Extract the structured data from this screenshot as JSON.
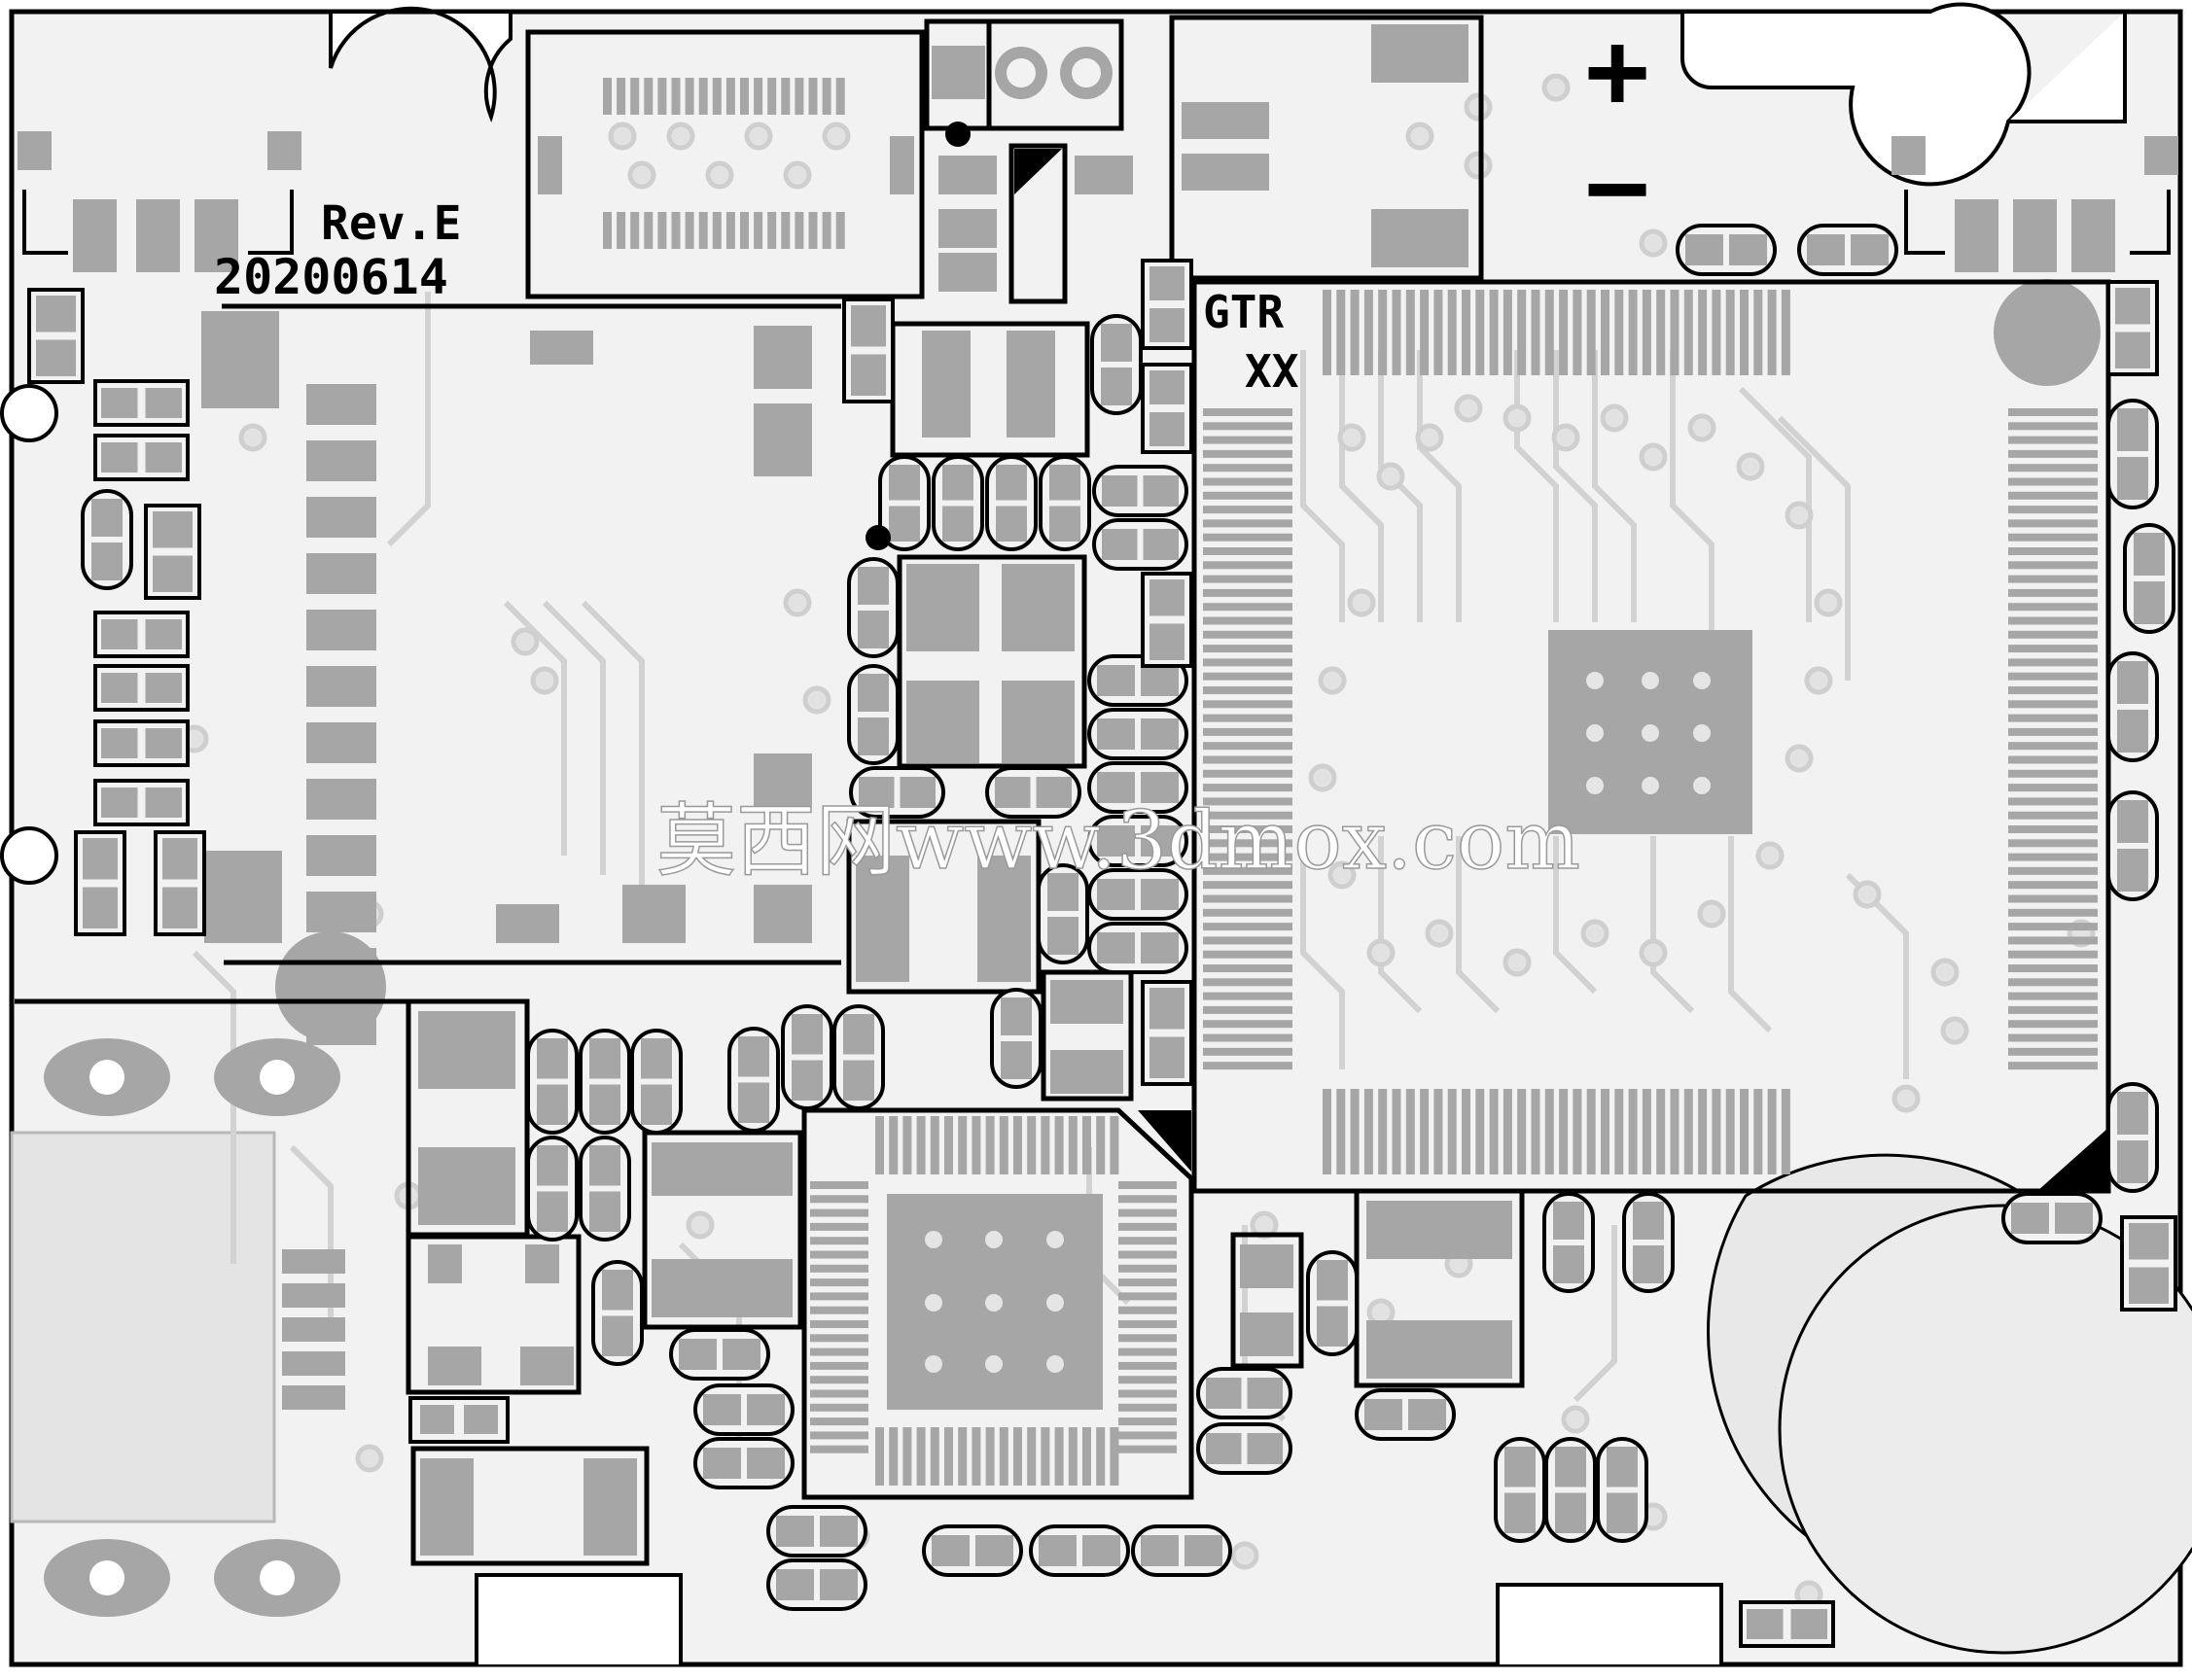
{
  "board": {
    "revision_label": "Rev.E",
    "date_code": "20200614",
    "chip_marking_line1": "GTR",
    "chip_marking_line2": "XX",
    "plus_symbol": "+",
    "minus_symbol": "−"
  },
  "watermark": {
    "text": "莫西网www.3dmox.com"
  },
  "colors": {
    "board": "#f2f2f2",
    "outline": "#000000",
    "pad": "#a6a6a6",
    "via": "#d9d9d9",
    "trace": "#dcdcdc"
  }
}
